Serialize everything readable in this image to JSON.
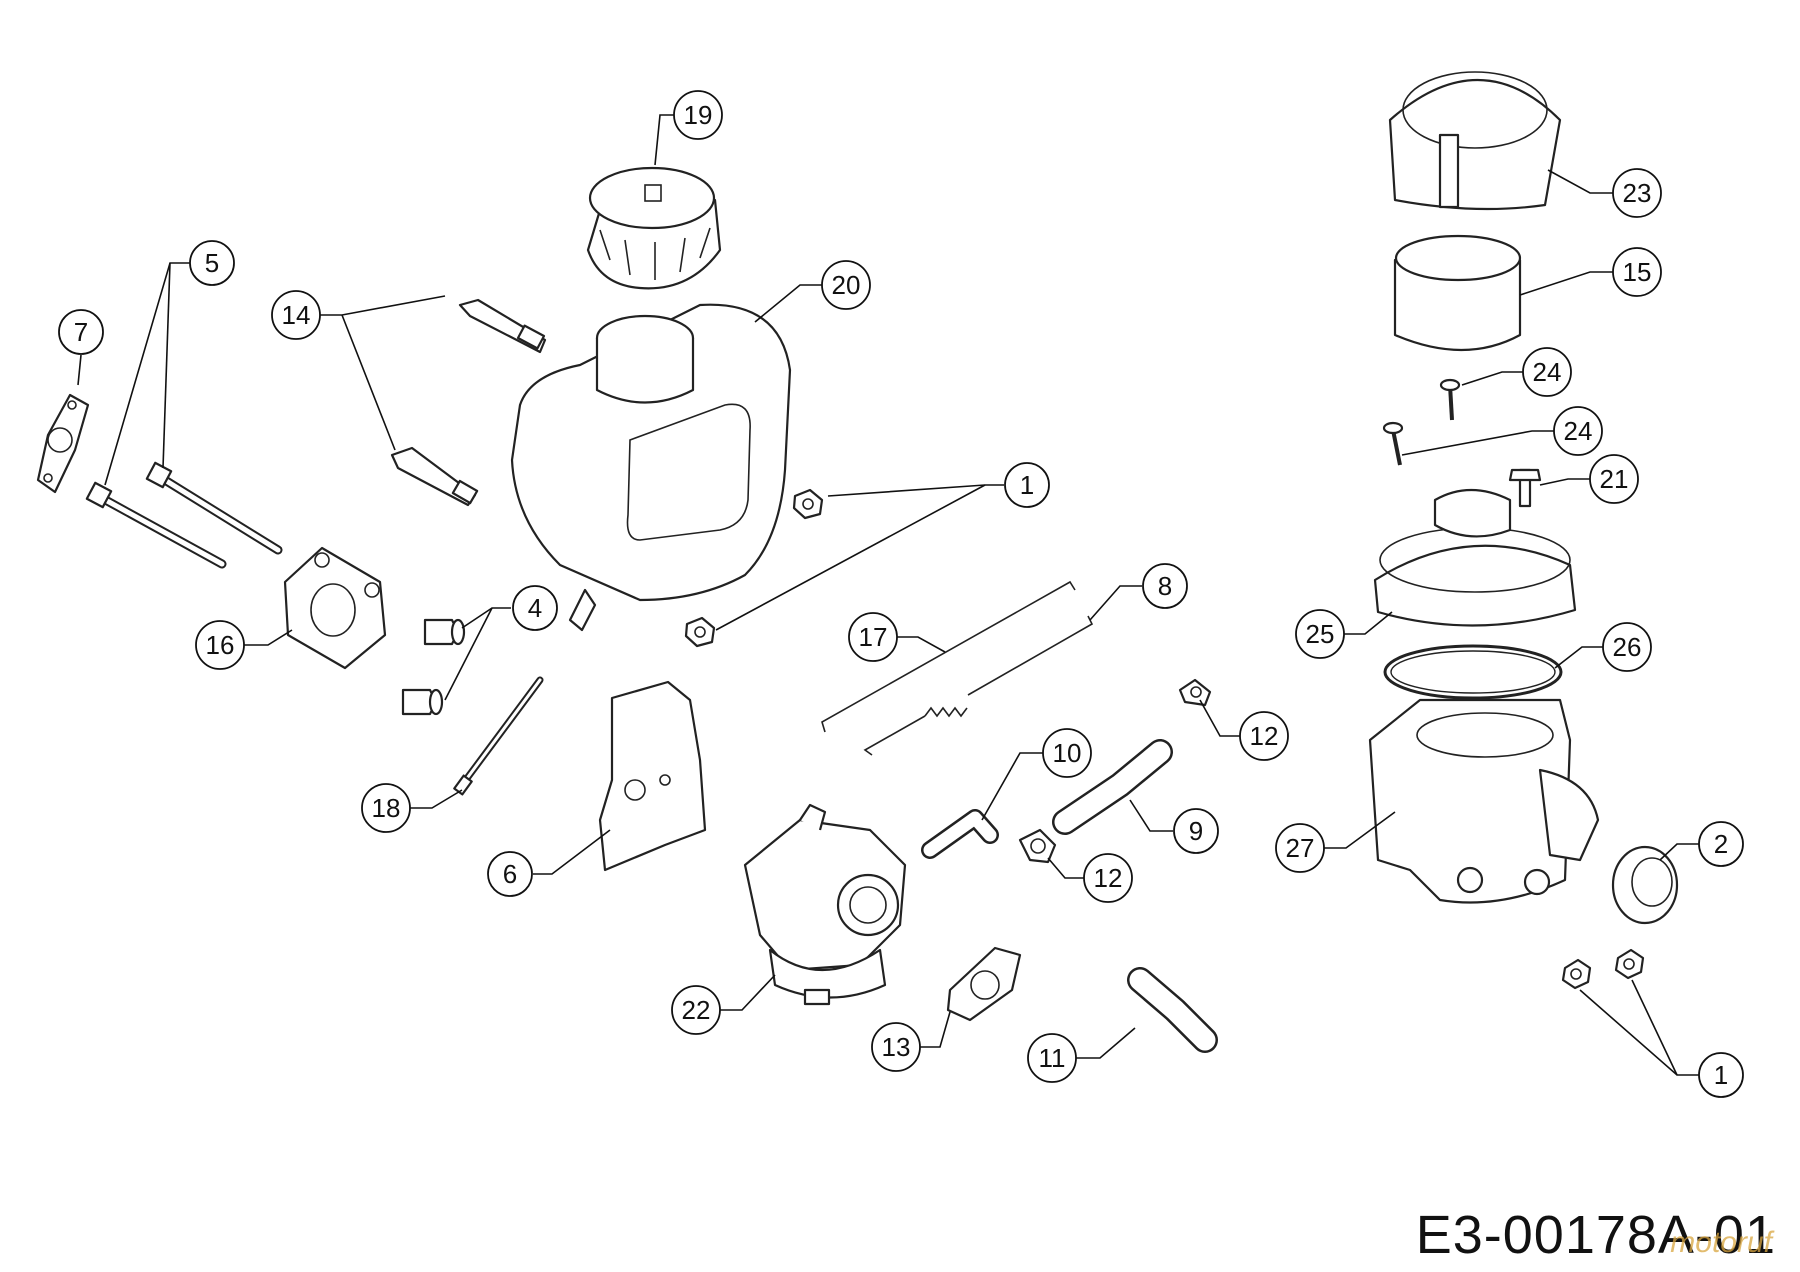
{
  "diagram": {
    "drawing_code": "E3-00178A-01",
    "watermark": "motoruf",
    "callouts": [
      {
        "id": "c1a",
        "label": "1"
      },
      {
        "id": "c1b",
        "label": "1"
      },
      {
        "id": "c2",
        "label": "2"
      },
      {
        "id": "c4",
        "label": "4"
      },
      {
        "id": "c5",
        "label": "5"
      },
      {
        "id": "c6",
        "label": "6"
      },
      {
        "id": "c7",
        "label": "7"
      },
      {
        "id": "c8",
        "label": "8"
      },
      {
        "id": "c9",
        "label": "9"
      },
      {
        "id": "c10",
        "label": "10"
      },
      {
        "id": "c11",
        "label": "11"
      },
      {
        "id": "c12a",
        "label": "12"
      },
      {
        "id": "c12b",
        "label": "12"
      },
      {
        "id": "c13",
        "label": "13"
      },
      {
        "id": "c14",
        "label": "14"
      },
      {
        "id": "c15",
        "label": "15"
      },
      {
        "id": "c16",
        "label": "16"
      },
      {
        "id": "c17",
        "label": "17"
      },
      {
        "id": "c18",
        "label": "18"
      },
      {
        "id": "c19",
        "label": "19"
      },
      {
        "id": "c20",
        "label": "20"
      },
      {
        "id": "c21",
        "label": "21"
      },
      {
        "id": "c22",
        "label": "22"
      },
      {
        "id": "c23",
        "label": "23"
      },
      {
        "id": "c24a",
        "label": "24"
      },
      {
        "id": "c24b",
        "label": "24"
      },
      {
        "id": "c25",
        "label": "25"
      },
      {
        "id": "c26",
        "label": "26"
      },
      {
        "id": "c27",
        "label": "27"
      }
    ]
  }
}
